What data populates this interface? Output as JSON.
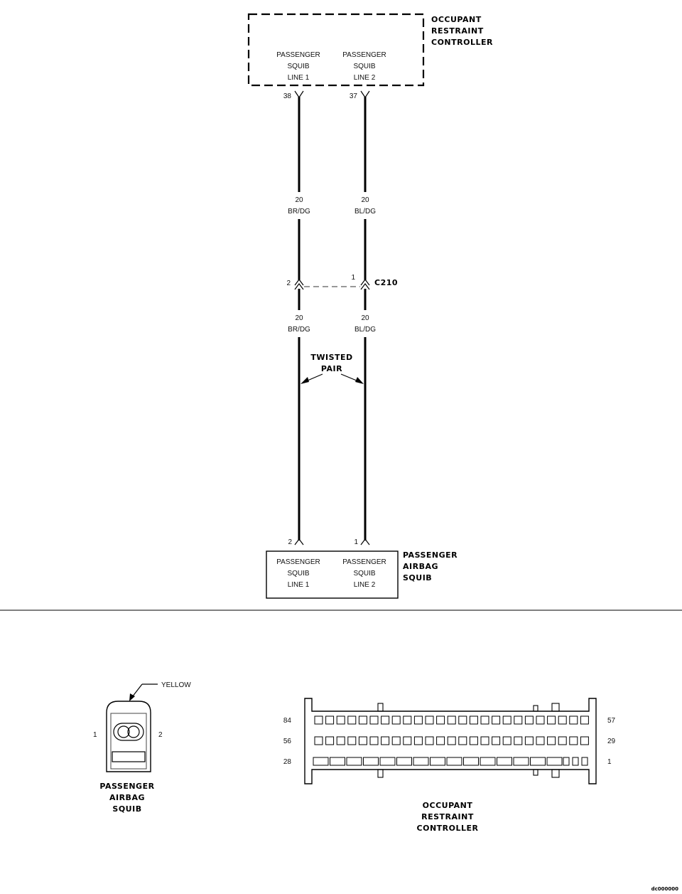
{
  "controller": {
    "name": [
      "OCCUPANT",
      "RESTRAINT",
      "CONTROLLER"
    ],
    "pin_left": {
      "lines": [
        "PASSENGER",
        "SQUIB",
        "LINE 1"
      ],
      "number": "38"
    },
    "pin_right": {
      "lines": [
        "PASSENGER",
        "SQUIB",
        "LINE 2"
      ],
      "number": "37"
    }
  },
  "wires": {
    "upper_left": [
      "20",
      "BR/DG"
    ],
    "upper_right": [
      "20",
      "BL/DG"
    ],
    "lower_left": [
      "20",
      "BR/DG"
    ],
    "lower_right": [
      "20",
      "BL/DG"
    ]
  },
  "connector": {
    "name": "C210",
    "pin_left": "2",
    "pin_right": "1"
  },
  "twisted_pair": [
    "TWISTED",
    "PAIR"
  ],
  "squib": {
    "name": [
      "PASSENGER",
      "AIRBAG",
      "SQUIB"
    ],
    "pin_left": {
      "lines": [
        "PASSENGER",
        "SQUIB",
        "LINE 1"
      ],
      "number": "2"
    },
    "pin_right": {
      "lines": [
        "PASSENGER",
        "SQUIB",
        "LINE 2"
      ],
      "number": "1"
    }
  },
  "squib_connector_view": {
    "color_label": "YELLOW",
    "pin_left": "1",
    "pin_right": "2",
    "caption": [
      "PASSENGER",
      "AIRBAG",
      "SQUIB"
    ]
  },
  "controller_connector_view": {
    "row_labels_left": [
      "84",
      "56",
      "28"
    ],
    "row_labels_right": [
      "57",
      "29",
      "1"
    ],
    "caption": [
      "OCCUPANT",
      "RESTRAINT",
      "CONTROLLER"
    ]
  },
  "figure_id": "dc000000"
}
